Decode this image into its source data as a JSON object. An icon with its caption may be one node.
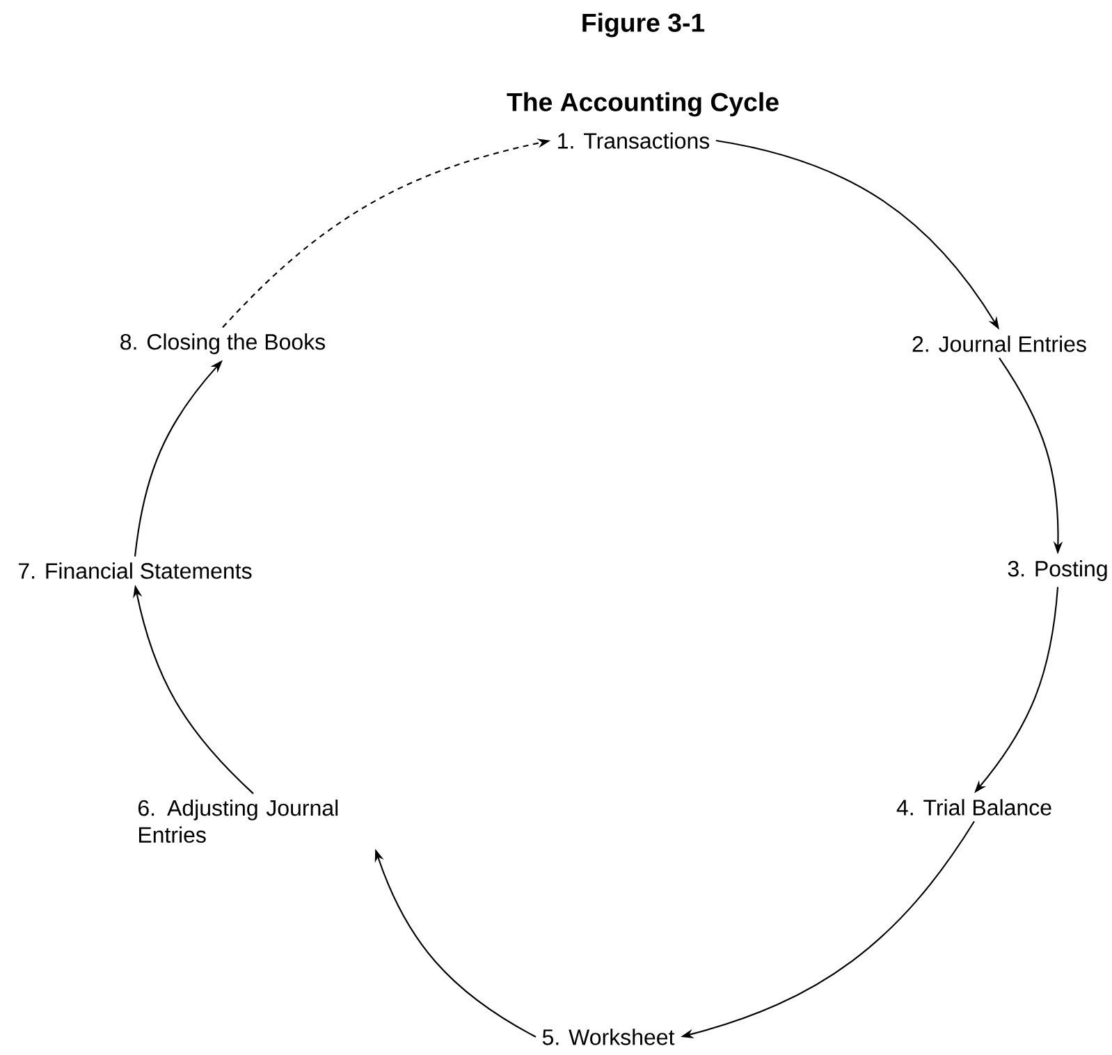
{
  "diagram": {
    "title": "The Accounting Cycle",
    "labels": [
      "Figure 3-1"
    ],
    "nodes": [
      {
        "text": [
          "1. Transactions"
        ]
      },
      {
        "text": [
          "2. Journal Entries"
        ]
      },
      {
        "text": [
          "3. Posting"
        ]
      },
      {
        "text": [
          "4. Trial Balance"
        ]
      },
      {
        "text": [
          "5. Worksheet"
        ]
      },
      {
        "text": [
          "6. Adjusting Journal Entries"
        ]
      },
      {
        "text": [
          "7. Financial Statements"
        ]
      },
      {
        "text": [
          "8. Closing the Books"
        ]
      }
    ],
    "edges": [
      {
        "from": 0,
        "to": 1,
        "arrow": "to"
      },
      {
        "from": 1,
        "to": 2,
        "arrow": "to"
      },
      {
        "from": 2,
        "to": 3,
        "arrow": "to"
      },
      {
        "from": 3,
        "to": 4,
        "arrow": "to"
      },
      {
        "from": 4,
        "to": 5,
        "arrow": "to"
      },
      {
        "from": 5,
        "to": 6,
        "arrow": "to"
      },
      {
        "from": 6,
        "to": 7,
        "arrow": "to"
      },
      {
        "from": 7,
        "to": 0,
        "arrow": "to",
        "style": "dashed"
      }
    ]
  }
}
